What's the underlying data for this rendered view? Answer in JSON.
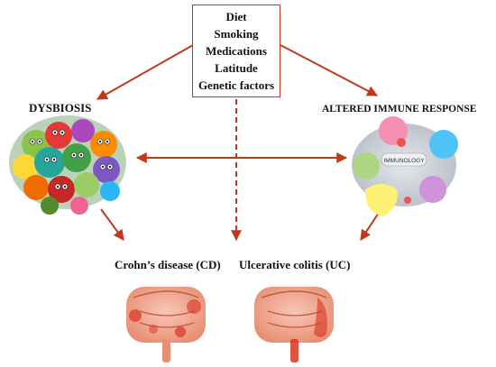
{
  "factors": [
    "Diet",
    "Smoking",
    "Medications",
    "Latitude",
    "Genetic factors"
  ],
  "labels": {
    "dysbiosis": "DYSBIOSIS",
    "immune": "ALTERED IMMUNE RESPONSE",
    "crohns": "Crohn’s disease (CD)",
    "uc": "Ulcerative colitis (UC)",
    "immunology_badge": "IMMUNOLOGY"
  },
  "colors": {
    "arrow": "#c0391b",
    "intestine": "#f0a890",
    "inflammation": "#d9341f",
    "immune_bg": "#cfd4da"
  },
  "icons": [
    "bacteria-cluster",
    "immune-cells",
    "intestine"
  ]
}
